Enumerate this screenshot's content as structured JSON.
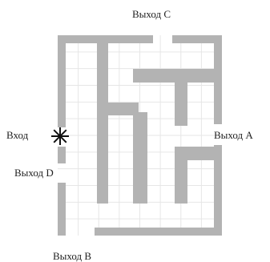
{
  "labels": {
    "exit_c": "Выход C",
    "entrance": "Вход",
    "exit_a": "Выход A",
    "exit_d": "Выход D",
    "exit_b": "Выход B"
  },
  "colors": {
    "wall": "#b3b3b3",
    "grid": "#e6e6e6",
    "marker": "#111111",
    "text": "#222222"
  },
  "maze": {
    "columns": 8,
    "rows": 12,
    "openings": [
      "exit_c",
      "entrance",
      "exit_a",
      "exit_d",
      "exit_b"
    ]
  }
}
